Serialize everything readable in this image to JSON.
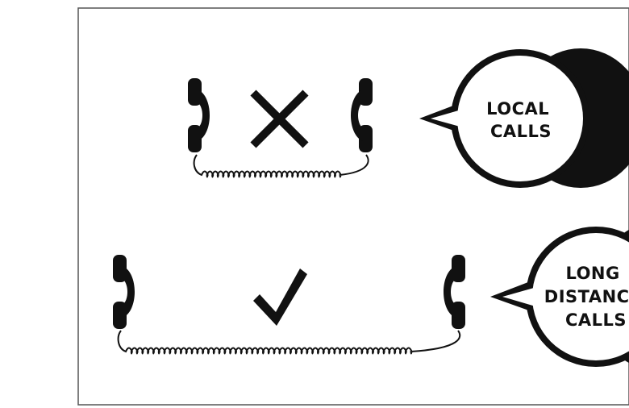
{
  "labels": {
    "local": [
      "LOCAL",
      "CALLS"
    ],
    "long_distance": [
      "LONG",
      "DISTANCE",
      "CALLS"
    ]
  },
  "symbols": {
    "local": "cross-mark-icon",
    "long_distance": "check-mark-icon"
  },
  "icons": [
    "phone-handset-icon",
    "cross-mark-icon",
    "check-mark-icon",
    "speech-bubble-icon"
  ],
  "colors": {
    "ink": "#111111",
    "paper": "#ffffff",
    "frame": "#555555"
  }
}
